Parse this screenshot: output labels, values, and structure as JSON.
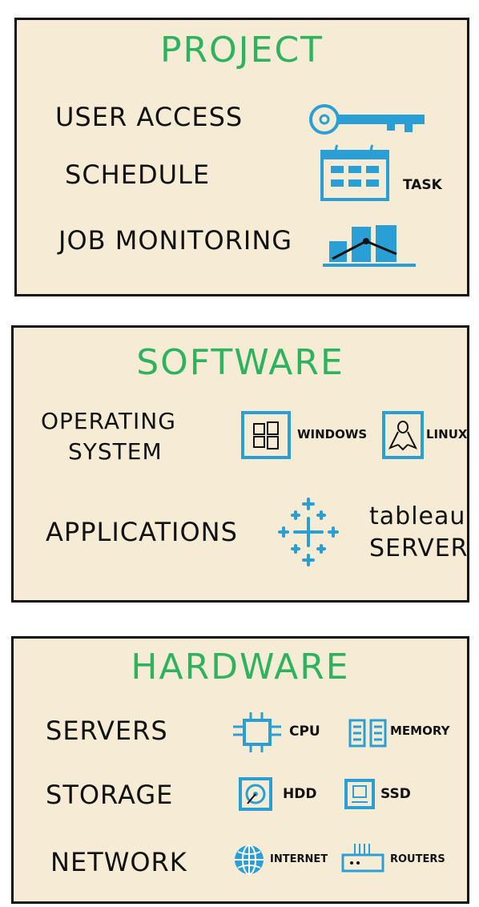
{
  "colors": {
    "title": "#2db35e",
    "icon": "#2a9fd6",
    "background": "#f6ecd6",
    "ink": "#111111"
  },
  "project": {
    "title": "PROJECT",
    "items": [
      {
        "label": "USER ACCESS",
        "icon": "key-icon"
      },
      {
        "label": "SCHEDULE",
        "icon": "calendar-icon",
        "tag": "TASK"
      },
      {
        "label": "JOB MONITORING",
        "icon": "bar-chart-icon"
      }
    ]
  },
  "software": {
    "title": "SOFTWARE",
    "os_label_line1": "OPERATING",
    "os_label_line2": "SYSTEM",
    "windows_label": "WINDOWS",
    "linux_label": "LINUX",
    "applications_label": "APPLICATIONS",
    "tableau_line1": "tableau",
    "tableau_line2": "SERVER"
  },
  "hardware": {
    "title": "HARDWARE",
    "servers_label": "SERVERS",
    "cpu_label": "CPU",
    "memory_label": "MEMORY",
    "storage_label": "STORAGE",
    "hdd_label": "HDD",
    "ssd_label": "SSD",
    "network_label": "NETWORK",
    "internet_label": "INTERNET",
    "routers_label": "ROUTERS"
  }
}
